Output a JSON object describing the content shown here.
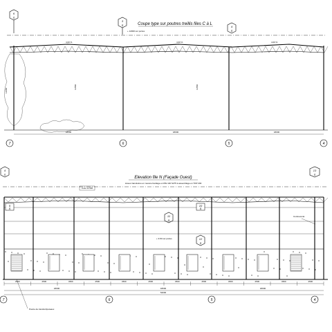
{
  "section_top": {
    "title": "Coupe type sur poutres treillis files C à L",
    "section_marker": "6",
    "section_marker_ref": "S",
    "detail_marker": "3",
    "detail_marker_ref": "S",
    "right_marker": "4",
    "right_marker_ref": "S",
    "level_note": "+ 12000 sur portes",
    "slopes": [
      "4,00 %",
      "4,00 %",
      "4,00 %"
    ],
    "axes": [
      "7",
      "6",
      "5",
      "4"
    ],
    "spans": [
      "18000",
      "18000",
      "18000"
    ],
    "heights": [
      "11550",
      "11550",
      "11550"
    ]
  },
  "section_bottom": {
    "title": "Elevation file N (Façade Ouest)",
    "subtitle": "Lisses transitoires en nuance bardage en IPE 140 S275 à assemblage en TOP 200",
    "left_marker": "9",
    "left_marker_ref": "S",
    "center_marker": "11",
    "center_marker_ref": "S",
    "marker_10": "10",
    "marker_10_ref": "S",
    "marker_12": "12",
    "marker_12_ref": "S",
    "right_marker": "13",
    "right_marker_ref": "S",
    "level_label": "Cote 11.500",
    "level_note": "+ 9.60 sur portes",
    "callout": "Contreventé",
    "post_note": "Poutre de transfert/poteaux",
    "axes": [
      "7",
      "6",
      "5",
      "4"
    ],
    "overall": "54000",
    "spans": [
      "18000",
      "18000",
      "18000"
    ],
    "bay_dims": [
      "4500",
      "4500",
      "4500",
      "4500",
      "4500",
      "4500",
      "4500",
      "4500",
      "4500",
      "4500",
      "4500",
      "4500"
    ]
  }
}
